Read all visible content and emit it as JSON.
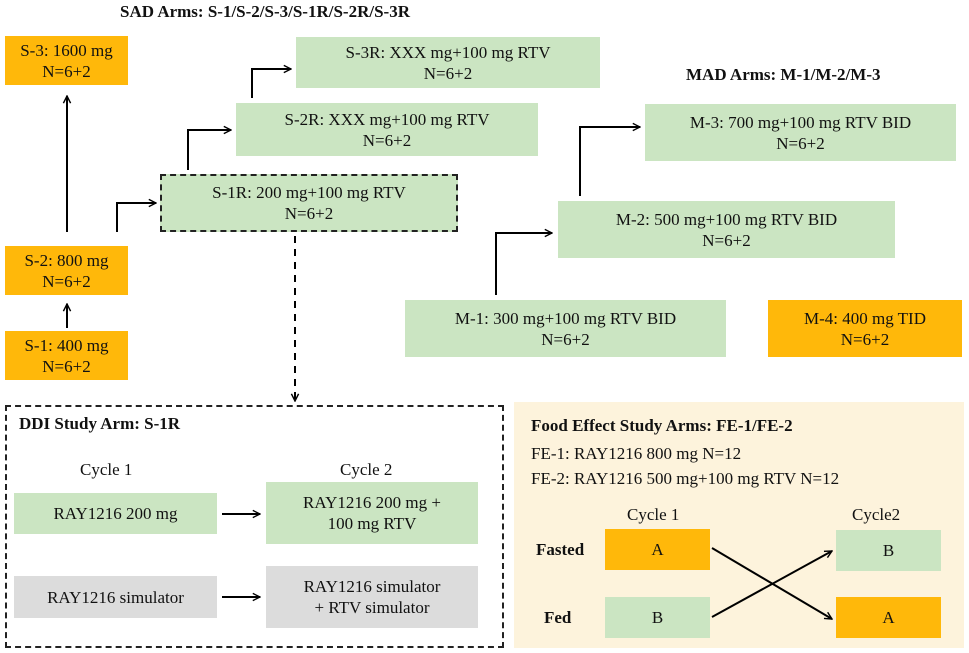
{
  "sad": {
    "title": "SAD Arms: S-1/S-2/S-3/S-1R/S-2R/S-3R",
    "s3": {
      "label": "S-3: 1600 mg",
      "n": "N=6+2"
    },
    "s2": {
      "label": "S-2: 800 mg",
      "n": "N=6+2"
    },
    "s1": {
      "label": "S-1: 400 mg",
      "n": "N=6+2"
    },
    "s1r": {
      "label": "S-1R: 200 mg+100 mg RTV",
      "n": "N=6+2"
    },
    "s2r": {
      "label": "S-2R: XXX mg+100 mg RTV",
      "n": "N=6+2"
    },
    "s3r": {
      "label": "S-3R: XXX mg+100 mg RTV",
      "n": "N=6+2"
    }
  },
  "mad": {
    "title": "MAD Arms: M-1/M-2/M-3",
    "m1": {
      "label": "M-1: 300 mg+100 mg RTV BID",
      "n": "N=6+2"
    },
    "m2": {
      "label": "M-2: 500 mg+100 mg RTV BID",
      "n": "N=6+2"
    },
    "m3": {
      "label": "M-3: 700 mg+100 mg RTV BID",
      "n": "N=6+2"
    },
    "m4": {
      "label": "M-4: 400 mg TID",
      "n": "N=6+2"
    }
  },
  "ddi": {
    "title": "DDI Study Arm: S-1R",
    "cycle1": "Cycle 1",
    "cycle2": "Cycle 2",
    "row1_left": "RAY1216 200 mg",
    "row1_right_line1": "RAY1216 200 mg +",
    "row1_right_line2": "100 mg RTV",
    "row2_left": "RAY1216 simulator",
    "row2_right_line1": "RAY1216 simulator",
    "row2_right_line2": "+ RTV simulator"
  },
  "fe": {
    "title": "Food Effect Study Arms: FE-1/FE-2",
    "fe1": "FE-1: RAY1216 800 mg N=12",
    "fe2": "FE-2: RAY1216 500 mg+100 mg RTV N=12",
    "cycle1": "Cycle 1",
    "cycle2": "Cycle2",
    "fasted": "Fasted",
    "fed": "Fed",
    "fasted_c1": "A",
    "fed_c1": "B",
    "fasted_c2": "B",
    "fed_c2": "A"
  },
  "colors": {
    "orange": "#FFB80A",
    "green": "#CBE5C2",
    "gray": "#DCDCDC",
    "panel_bg": "#FDF3DC"
  }
}
